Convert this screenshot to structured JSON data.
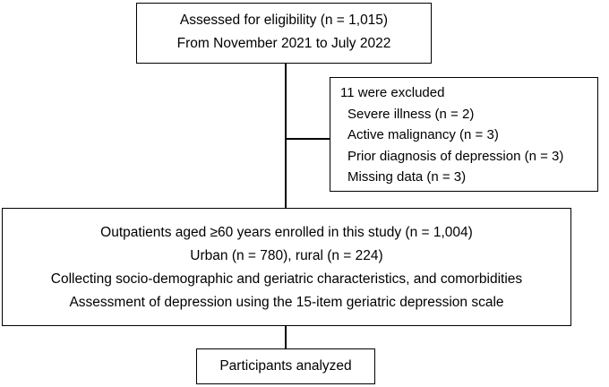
{
  "eligibility": {
    "line1": "Assessed for eligibility (n = 1,015)",
    "line2": "From November 2021 to July 2022"
  },
  "excluded": {
    "title": "11 were excluded",
    "items": [
      "Severe illness (n = 2)",
      "Active malignancy (n = 3)",
      "Prior diagnosis of depression (n = 3)",
      "Missing data (n = 3)"
    ]
  },
  "enrolled": {
    "lines": [
      "Outpatients aged ≥60 years enrolled in this study (n = 1,004)",
      "Urban (n = 780), rural (n = 224)",
      "Collecting socio-demographic and geriatric characteristics, and comorbidities",
      "Assessment of depression using the 15-item geriatric depression scale"
    ]
  },
  "analyzed": {
    "label": "Participants analyzed"
  }
}
